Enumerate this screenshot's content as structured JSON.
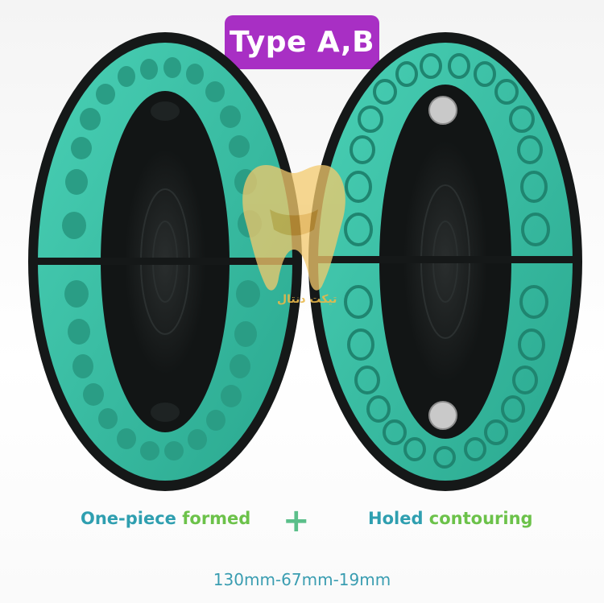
{
  "header": {
    "title": "Type A,B"
  },
  "captions": {
    "left_part1": "One-piece ",
    "left_part2": "formed",
    "plus": "+",
    "right_part1": "Holed ",
    "right_part2": "contouring"
  },
  "dimensions": "130mm-67mm-19mm",
  "watermark": {
    "text": "تیکت دنتال",
    "icon": "tooth-logo-icon"
  },
  "colors": {
    "badge": "#a82fc4",
    "tray_green": "#3cc1a7",
    "tray_dark": "#1a1f1f",
    "caption_blue": "#2f9fb0",
    "caption_green": "#6cc24a"
  }
}
